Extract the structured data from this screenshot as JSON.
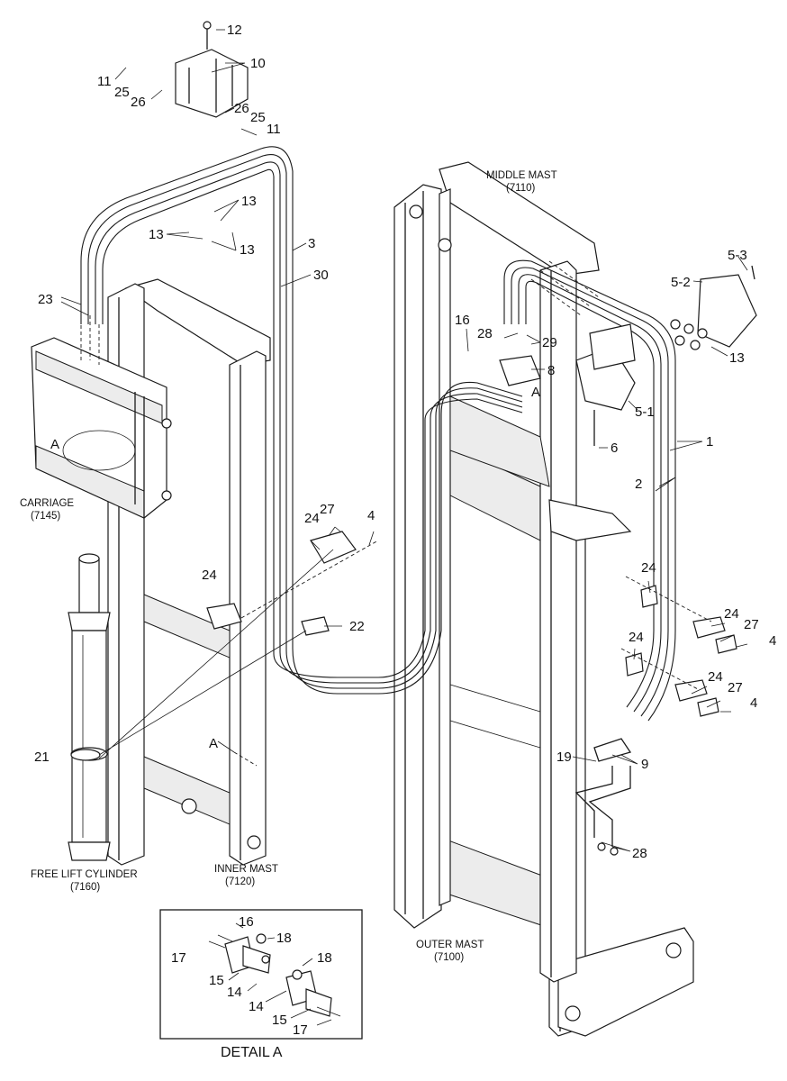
{
  "labels": {
    "middle_mast": "MIDDLE MAST",
    "middle_mast_code": "(7110)",
    "carriage": "CARRIAGE",
    "carriage_code": "(7145)",
    "free_lift_cylinder": "FREE LIFT CYLINDER",
    "free_lift_code": "(7160)",
    "inner_mast": "INNER MAST",
    "inner_mast_code": "(7120)",
    "outer_mast": "OUTER MAST",
    "outer_mast_code": "(7100)",
    "detail_a": "DETAIL A",
    "ref_a": "A"
  },
  "callouts": {
    "n12": "12",
    "n10": "10",
    "n11": "11",
    "n25": "25",
    "n26": "26",
    "n13": "13",
    "n3": "3",
    "n30": "30",
    "n23": "23",
    "n5_3": "5-3",
    "n5_2": "5-2",
    "n5_1": "5-1",
    "n6": "6",
    "n16": "16",
    "n28": "28",
    "n29": "29",
    "n8": "8",
    "n1": "1",
    "n2": "2",
    "n24": "24",
    "n27": "27",
    "n4": "4",
    "n22": "22",
    "n21": "21",
    "n19": "19",
    "n9": "9",
    "n17": "17",
    "n18": "18",
    "n15": "15",
    "n14": "14"
  }
}
